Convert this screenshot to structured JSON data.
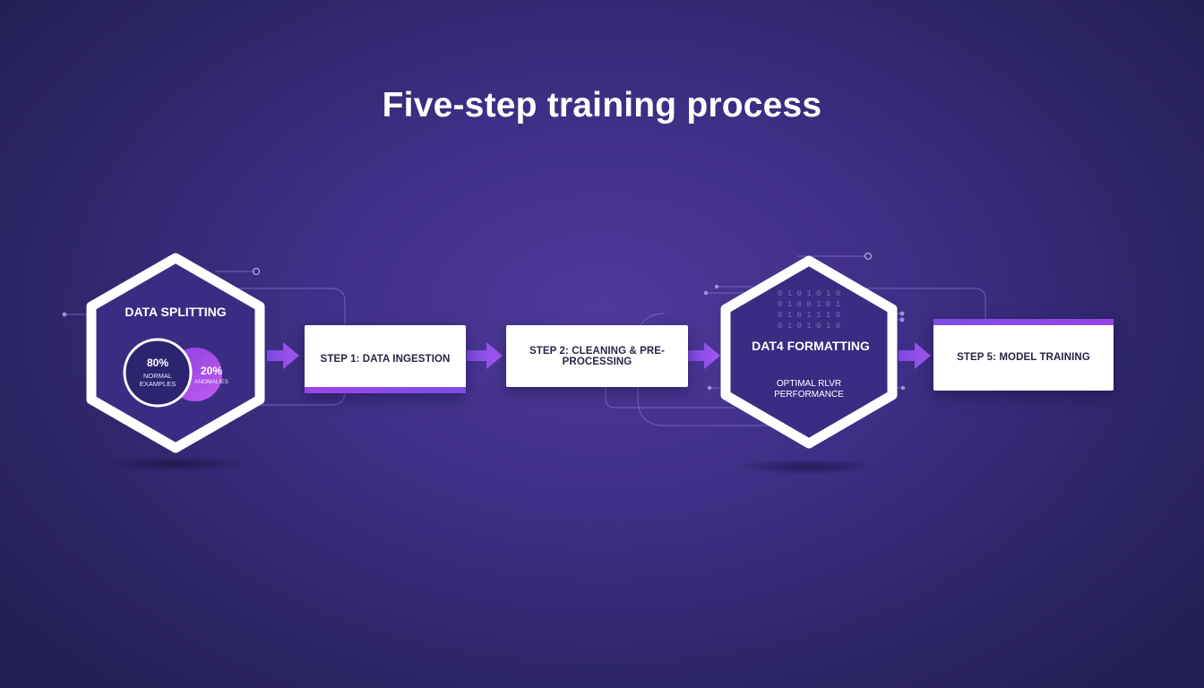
{
  "title": "Five-step training process",
  "nodes": {
    "splitting": {
      "label": "DATA SPLITTING",
      "share_a": {
        "value": "80%",
        "line1": "NORMAL",
        "line2": "EXAMPLES"
      },
      "share_b": {
        "value": "20%",
        "line1": "ANOMALIES"
      }
    },
    "step1": {
      "label": "STEP 1: DATA INGESTION"
    },
    "step2": {
      "label": "STEP 2: CLEANING & PRE-PROCESSING"
    },
    "formatting": {
      "label": "DAT4 FORMATTING",
      "sub_line1": "OPTIMAL RLVR",
      "sub_line2": "PERFORMANCE",
      "code_rows": [
        "0 1 0 1 0 1 0",
        "0 1 0 0 1 0 1",
        "0 1 0 1 1 1 0",
        "0 1 0 1 0 1 0"
      ]
    },
    "step5": {
      "label": "STEP 5: MODEL TRAINING"
    }
  },
  "colors": {
    "accent": "#9b47e8",
    "arrow": "#9a52ec",
    "hex_stroke": "#ffffff",
    "box_text": "#2b2545",
    "background": "#3e2e85"
  }
}
